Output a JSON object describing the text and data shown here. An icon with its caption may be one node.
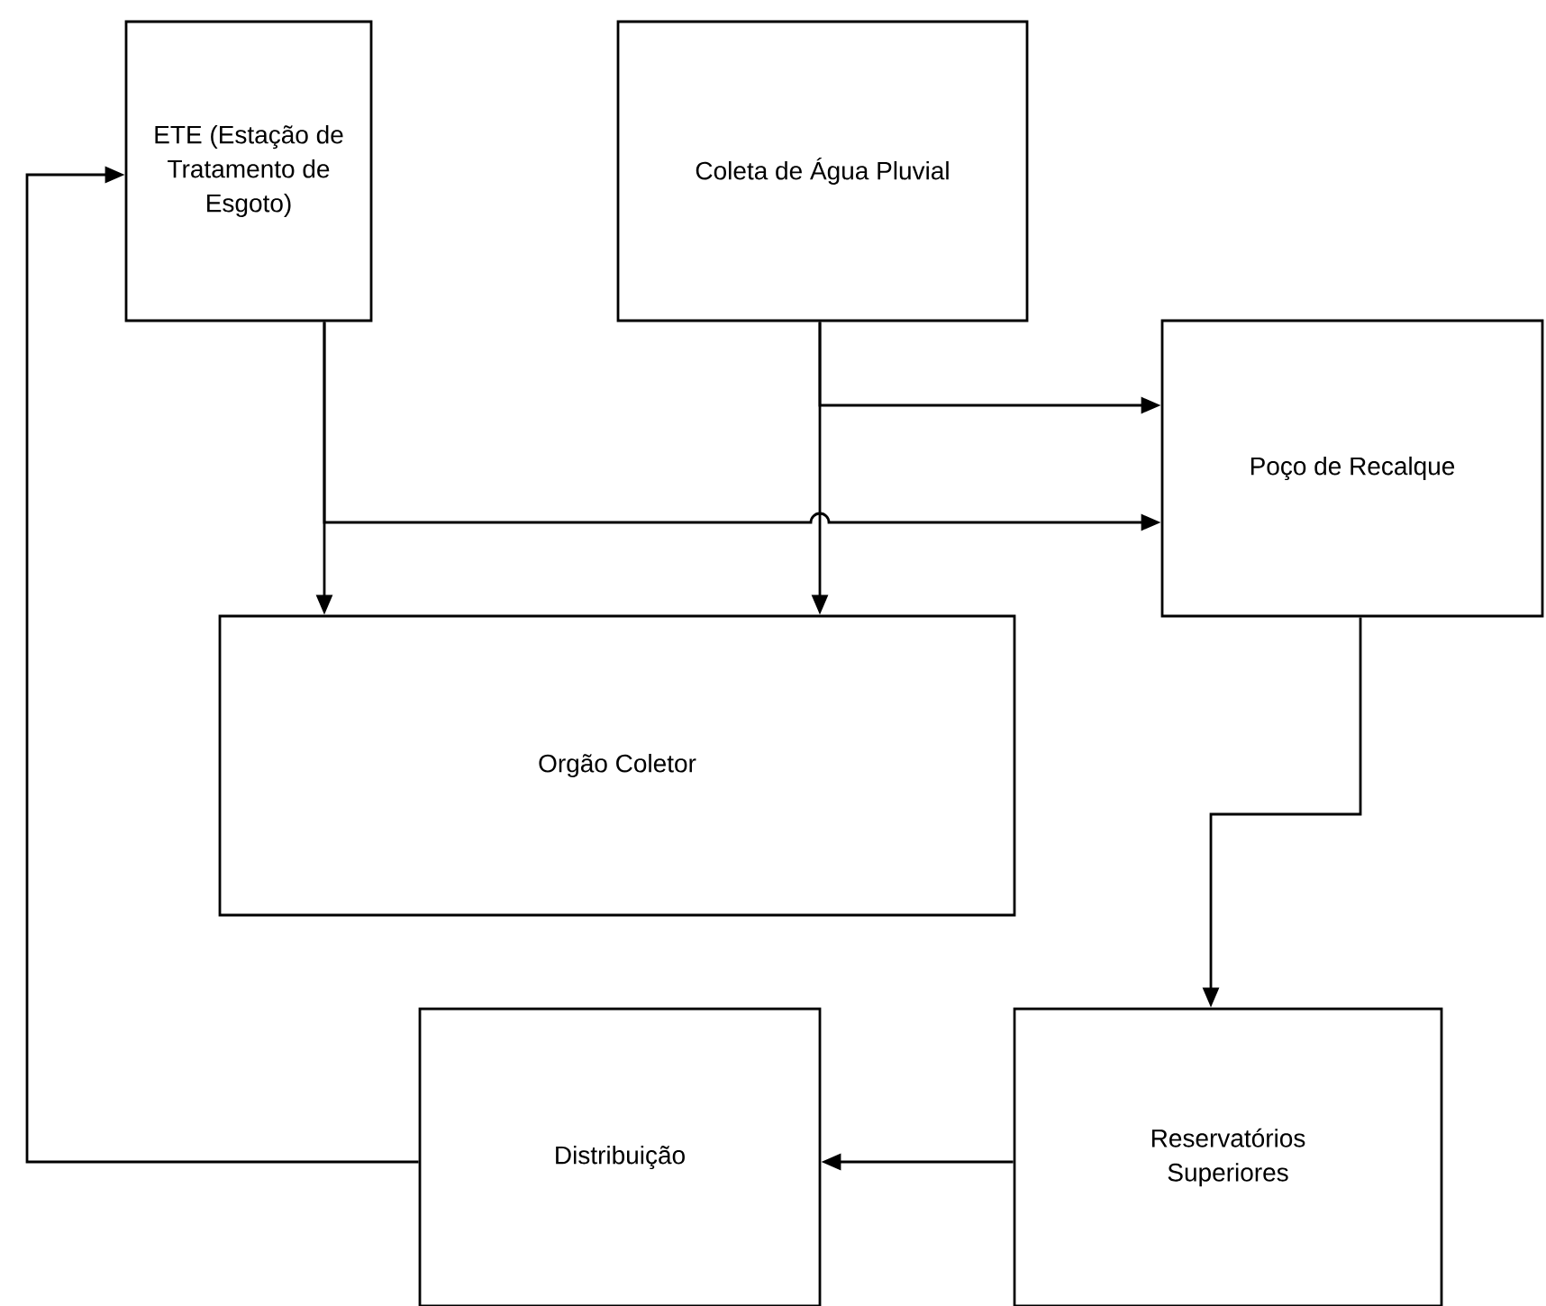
{
  "diagram": {
    "nodes": [
      {
        "text": [
          "ETE (Estação de Tratamento de Esgoto)"
        ]
      },
      {
        "text": [
          "Coleta de Água Pluvial"
        ]
      },
      {
        "text": [
          "Poço de Recalque"
        ]
      },
      {
        "text": [
          "Orgão Coletor"
        ]
      },
      {
        "text": [
          "Reservatórios Superiores"
        ]
      },
      {
        "text": [
          "Distribuição"
        ]
      }
    ],
    "edges": [
      {
        "from": 0,
        "to": 3,
        "arrow": "to"
      },
      {
        "from": 0,
        "to": 2,
        "arrow": "to"
      },
      {
        "from": 1,
        "to": 2,
        "arrow": "to"
      },
      {
        "from": 1,
        "to": 3,
        "arrow": "to"
      },
      {
        "from": 2,
        "to": 4,
        "arrow": "to"
      },
      {
        "from": 4,
        "to": 5,
        "arrow": "to"
      },
      {
        "from": 5,
        "to": 0,
        "arrow": "to"
      }
    ]
  }
}
